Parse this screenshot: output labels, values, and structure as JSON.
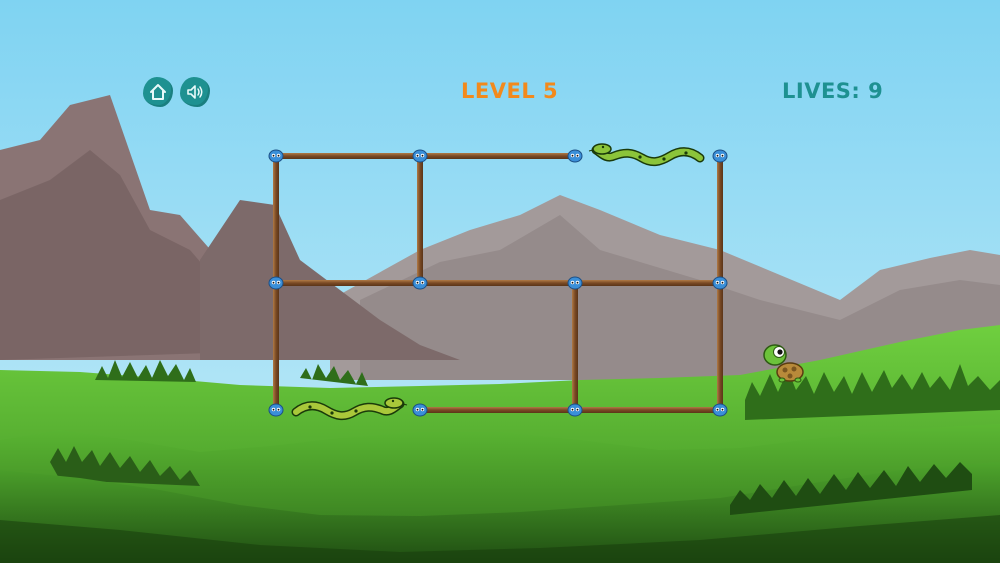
{
  "hud": {
    "level_text": "LEVEL 5",
    "lives_text": "LIVES: 9",
    "home_icon": "home-icon",
    "sound_icon": "speaker-icon"
  },
  "colors": {
    "sky": "#7fd3f2",
    "level_text": "#f28a1c",
    "lives_text": "#1e9191",
    "buttons": "#1e9191",
    "grass": "#5ec03a",
    "mountain": "#8a7474",
    "stick": "#7a4a24",
    "node": "#3a8fd8"
  },
  "game": {
    "characters": [
      "snake-top",
      "snake-bottom",
      "turtle"
    ]
  }
}
